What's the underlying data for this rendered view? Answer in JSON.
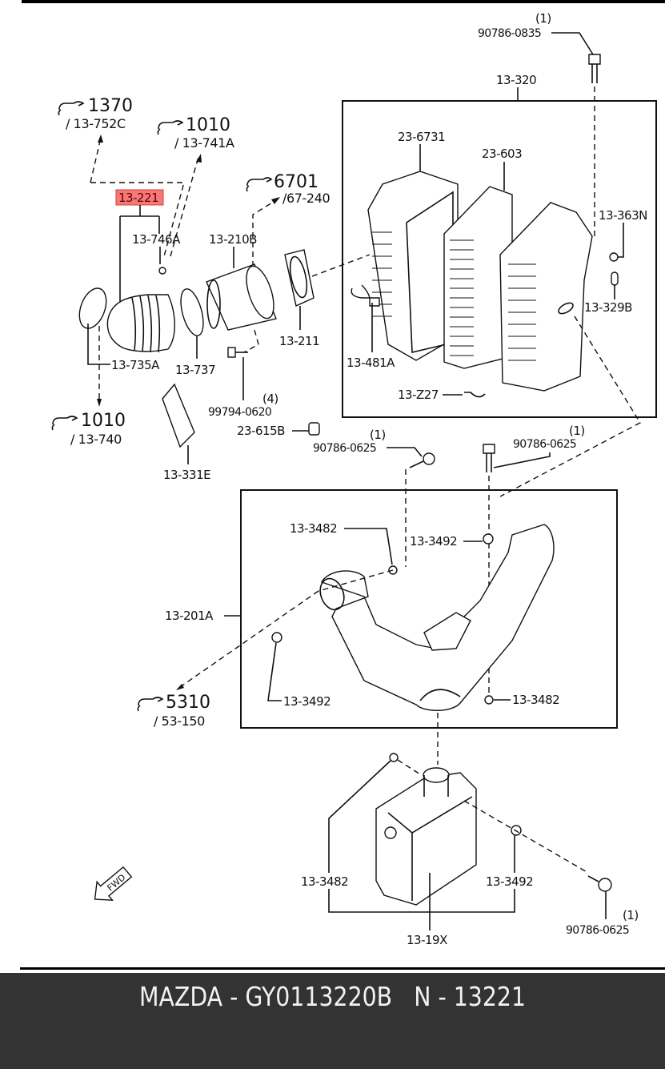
{
  "highlight": {
    "color": "#f87878",
    "border": "#d04040",
    "label": "13-221"
  },
  "references": [
    {
      "id": "ref-1370",
      "group": "1370",
      "sub": "/ 13-752C"
    },
    {
      "id": "ref-1010-top",
      "group": "1010",
      "sub": "/ 13-741A"
    },
    {
      "id": "ref-6701",
      "group": "6701",
      "sub": "/67-240"
    },
    {
      "id": "ref-1010-bottom",
      "group": "1010",
      "sub": "/ 13-740"
    },
    {
      "id": "ref-5310",
      "group": "5310",
      "sub": "/ 53-150"
    }
  ],
  "labels": {
    "bolt_top_qty": "(1)",
    "bolt_top": "90786-0835",
    "air_cleaner_assy": "13-320",
    "cover": "23-6731",
    "element": "23-603",
    "bracket_363n": "13-363N",
    "grommet_329b": "13-329B",
    "clip_481a": "13-481A",
    "clip_z27": "13-Z27",
    "hose_746a": "13-746A",
    "sensor_210b": "13-210B",
    "gasket_211": "13-211",
    "clamp_735a": "13-735A",
    "clamp_737": "13-737",
    "bolt_99794_qty": "(4)",
    "bolt_99794": "99794-0620",
    "bushing_615b": "23-615B",
    "gasket_331e": "13-331E",
    "bolt_mid_left_qty": "(1)",
    "bolt_mid_left": "90786-0625",
    "bolt_mid_right_qty": "(1)",
    "bolt_mid_right": "90786-0625",
    "duct_assy": "13-201A",
    "nut_3482_a": "13-3482",
    "grommet_3492_a": "13-3492",
    "grommet_3492_b": "13-3492",
    "nut_3482_b": "13-3482",
    "resonator": "13-19X",
    "nut_3482_c": "13-3482",
    "grommet_3492_c": "13-3492",
    "bolt_bottom_qty": "(1)",
    "bolt_bottom": "90786-0625",
    "fwd": "FWD"
  },
  "footer": {
    "title": "MAZDA - GY0113220B   N - 13221"
  }
}
